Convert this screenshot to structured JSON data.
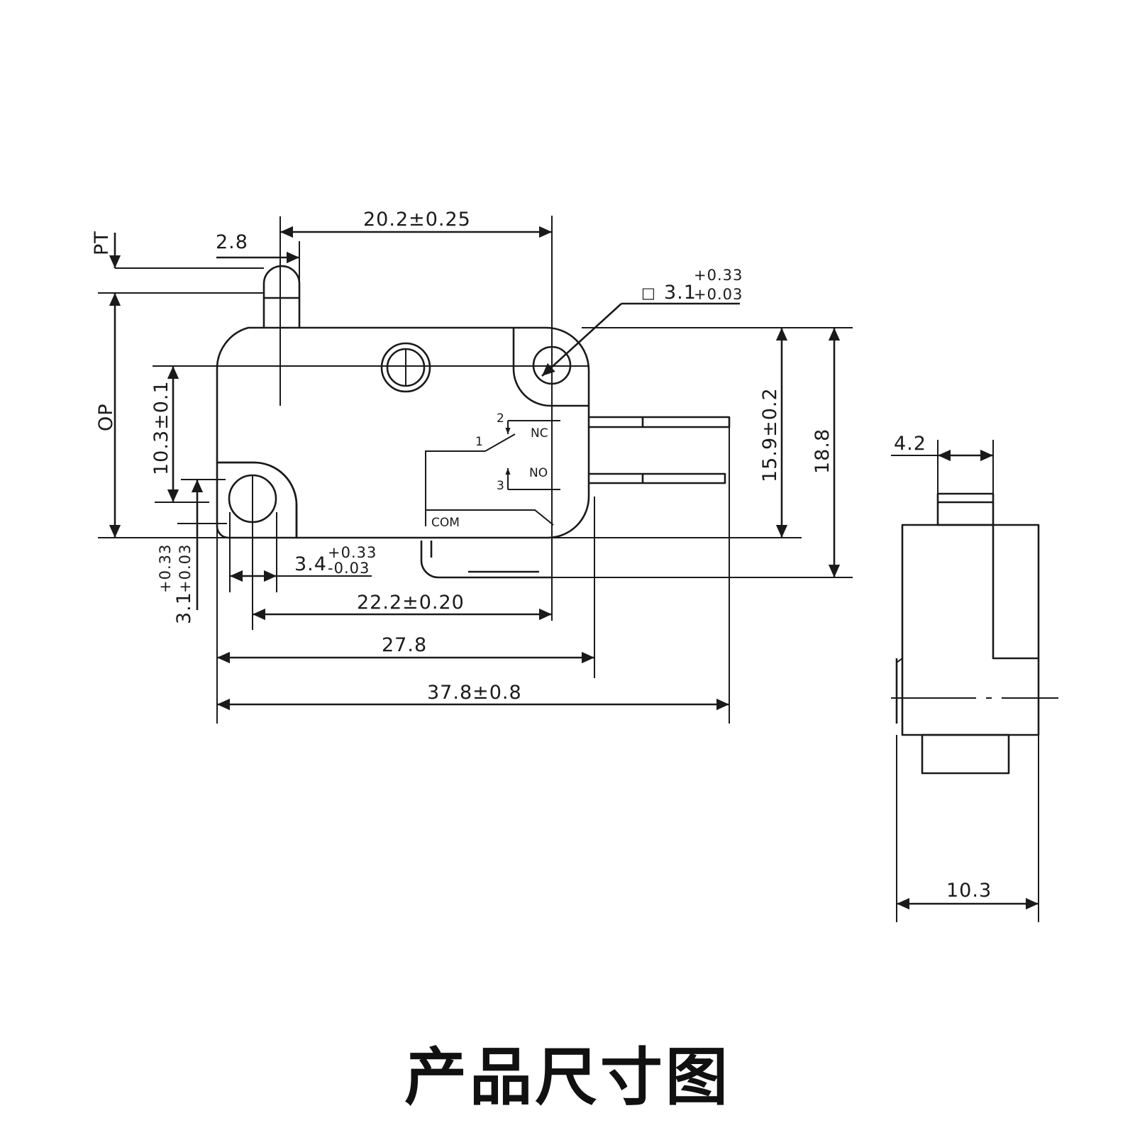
{
  "title": "产品尺寸图",
  "dimensions": {
    "pt": "PT",
    "op": "OP",
    "d_2_8": "2.8",
    "d_20_2": "20.2±0.25",
    "sq_hole_prefix": "□",
    "sq_hole_main": "3.1",
    "sq_hole_tol_upper": "+0.33",
    "sq_hole_tol_lower": "+0.03",
    "d_10_3_tol": "10.3±0.1",
    "d_15_9": "15.9±0.2",
    "d_18_8": "18.8",
    "d_3_4_main": "3.4",
    "d_3_4_tol_upper": "+0.33",
    "d_3_4_tol_lower": "-0.03",
    "d_3_1_main": "3.1",
    "d_3_1_tol_lower": "+0.03",
    "d_3_1_tol_upper": "+0.33",
    "d_22_2": "22.2±0.20",
    "d_27_8": "27.8",
    "d_37_8": "37.8±0.8",
    "side_4_2": "4.2",
    "side_10_3": "10.3"
  },
  "terminals": {
    "t1": "1",
    "t2": "2",
    "t3": "3",
    "nc": "NC",
    "no": "NO",
    "com": "COM"
  }
}
